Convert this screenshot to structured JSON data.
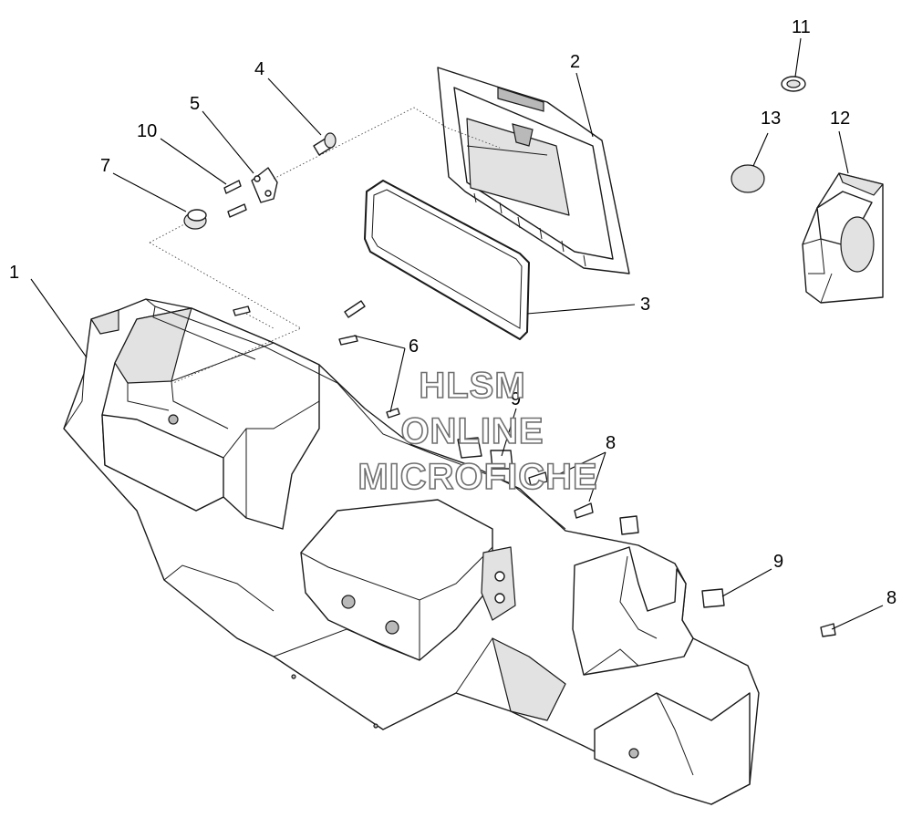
{
  "callouts": {
    "c1": "1",
    "c2": "2",
    "c3": "3",
    "c4": "4",
    "c5": "5",
    "c6": "6",
    "c7": "7",
    "c8a": "8",
    "c8b": "8",
    "c9a": "9",
    "c9b": "9",
    "c10": "10",
    "c11": "11",
    "c12": "12",
    "c13": "13"
  },
  "watermark": {
    "line1": "HLSM",
    "line2": "ONLINE",
    "line3": "MICROFICHE"
  }
}
